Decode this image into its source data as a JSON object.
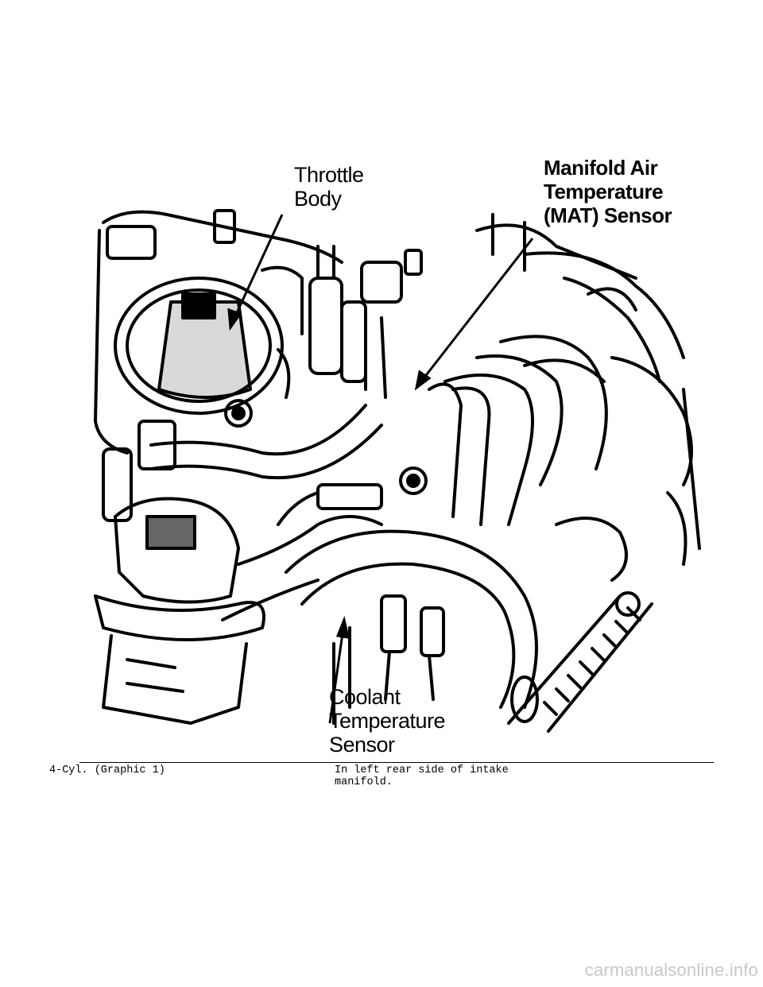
{
  "figure": {
    "labels": {
      "throttle_body": [
        "Throttle",
        "Body"
      ],
      "mat_sensor": [
        "Manifold Air",
        "Temperature",
        "(MAT) Sensor"
      ],
      "coolant_sensor": [
        "Coolant",
        "Temperature",
        "Sensor"
      ]
    }
  },
  "caption": {
    "left": "4-Cyl. (Graphic 1)",
    "right_line1": "In left rear side of intake",
    "right_line2": "manifold."
  },
  "watermark": "carmanualsonline.info"
}
